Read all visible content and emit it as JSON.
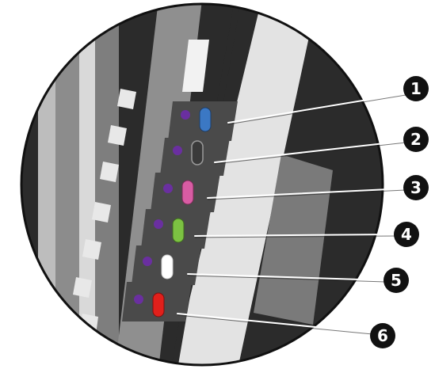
{
  "callouts": [
    {
      "number": "1",
      "indicator": "blue-ink-slot",
      "color": "#3b78c4"
    },
    {
      "number": "2",
      "indicator": "black-ink-slot",
      "color": "#3a3a3a"
    },
    {
      "number": "3",
      "indicator": "magenta-ink-slot",
      "color": "#d85ca3"
    },
    {
      "number": "4",
      "indicator": "green-ink-slot",
      "color": "#7cc242"
    },
    {
      "number": "5",
      "indicator": "white-ink-slot",
      "color": "#ffffff"
    },
    {
      "number": "6",
      "indicator": "red-ink-slot",
      "color": "#e0201b"
    }
  ],
  "colors": {
    "dark_background": "#2b2b2b",
    "mid_gray": "#8a8a8a",
    "light_gray": "#cfcfcf",
    "cartridge_body": "#4a4a4a",
    "status_dot": "#6a2fa0",
    "callout_badge": "#111111"
  }
}
